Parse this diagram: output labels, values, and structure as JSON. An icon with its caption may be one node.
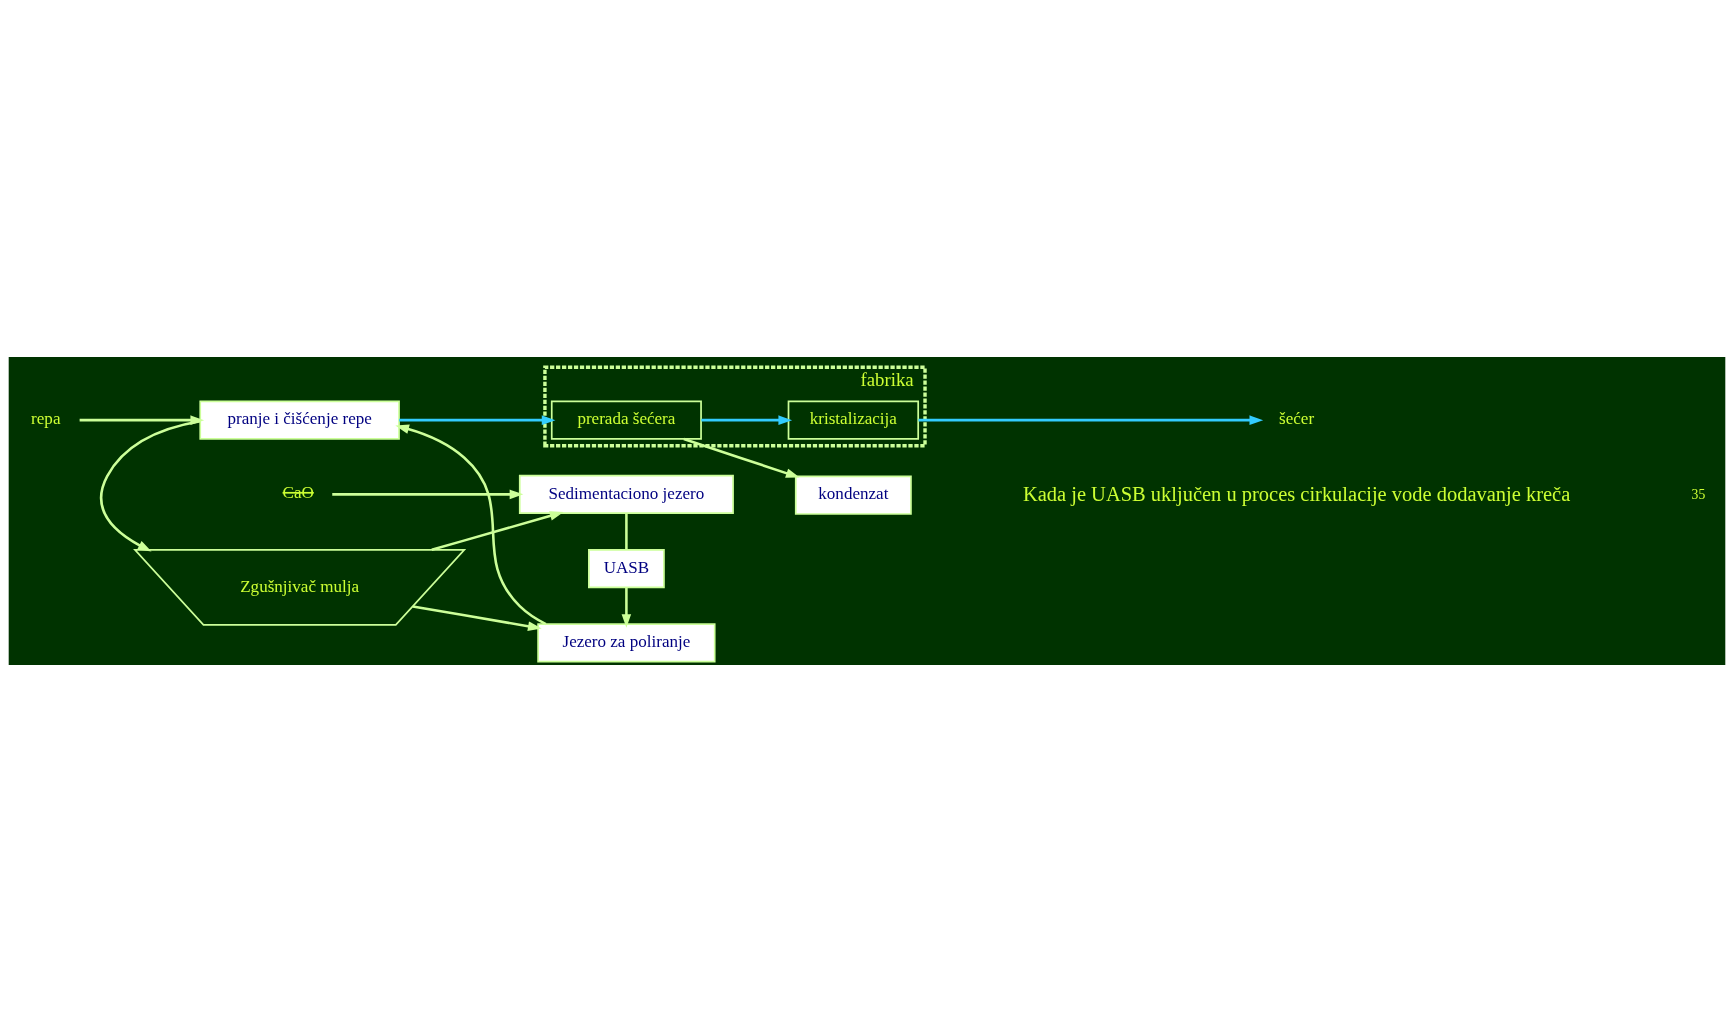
{
  "diagram": {
    "nodes": [
      {
        "text": [
          "fabrika"
        ]
      },
      {
        "text": [
          "repa"
        ]
      },
      {
        "text": [
          "pranje i čišćenje repe"
        ]
      },
      {
        "text": [
          "prerada šećera"
        ],
        "in": 0
      },
      {
        "text": [
          "kristalizacija"
        ],
        "in": 0
      },
      {
        "text": [
          "šećer"
        ]
      },
      {
        "text": [
          "Zgušnjivač mulja"
        ]
      },
      {
        "text": [
          "Jezero za poliranje"
        ]
      },
      {
        "text": [
          "kondenzat"
        ]
      },
      {
        "text": [
          "CaO"
        ]
      },
      {
        "text": [
          "UASB"
        ]
      },
      {
        "text": [
          "Sedimentaciono jezero"
        ]
      }
    ],
    "edges": [
      {
        "from": 1,
        "to": 2,
        "arrow": "to"
      },
      {
        "from": 2,
        "to": 3,
        "arrow": "to",
        "color": "#33ccff"
      },
      {
        "from": 3,
        "to": 4,
        "arrow": "to",
        "color": "#33ccff"
      },
      {
        "from": 4,
        "to": 5,
        "arrow": "to",
        "color": "#33ccff"
      },
      {
        "from": 2,
        "to": 6,
        "arrow": "to"
      },
      {
        "from": 7,
        "to": 2,
        "arrow": "to"
      },
      {
        "from": 6,
        "to": 7,
        "arrow": "to"
      },
      {
        "from": 3,
        "to": 8,
        "arrow": "to"
      },
      {
        "from": 6,
        "to": 11,
        "arrow": "to"
      },
      {
        "from": 9,
        "to": 11,
        "arrow": "to"
      },
      {
        "from": 11,
        "to": 10,
        "arrow": "none"
      },
      {
        "from": 10,
        "to": 7,
        "arrow": "to"
      }
    ],
    "labels": [
      "Kada je UASB uključen u proces cirkulacije vode dodavanje kreča",
      "35"
    ]
  }
}
